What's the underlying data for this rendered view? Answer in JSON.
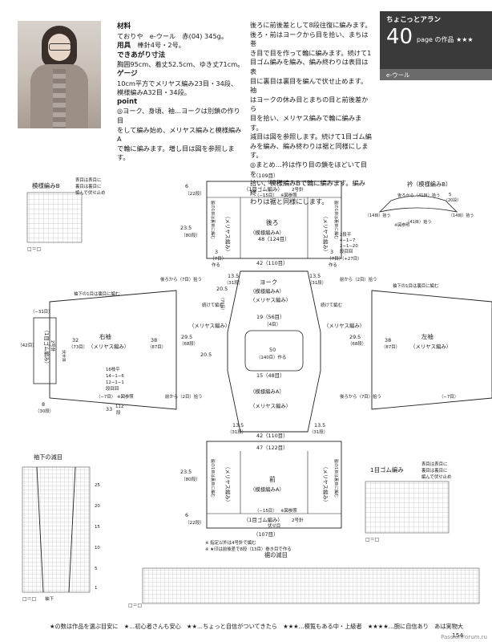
{
  "photo": {
    "alt": "model wearing pullover"
  },
  "spec": {
    "materials_h": "材料",
    "materials": "ておりや　e-ウール　赤(04) 345g。",
    "tools_h": "用具",
    "tools": "棒針4号・2号。",
    "size_h": "できあがり寸法",
    "size": "胸囲95cm、着丈52.5cm、ゆき丈71cm。",
    "gauge_h": "ゲージ",
    "gauge1": "10cm平方でメリヤス編み23目・34段、",
    "gauge2": "模様編みA32目・34段。",
    "point_h": "point",
    "point1": "◎ヨーク、身頃、袖…ヨークは別鎖の作り目",
    "point2": "をして編み始め、メリヤス編みと模様編みA",
    "point3": "で輪に編みます。増し目は図を参照します。"
  },
  "body_text": [
    "後ろに前後差として8段往復に編みます。",
    "後ろ・前はヨークから目を拾い、まちは巻",
    "き目で目を作って輪に編みます。続けて1",
    "目ゴム編みを編み、編み終わりは表目は表",
    "目に裏目は裏目を編んで伏せ止めます。袖",
    "はヨークの休み目とまちの目と前後差から",
    "目を拾い、メリヤス編みで輪に編みます。",
    "減目は図を参照します。続けて1目ゴム編",
    "みを編み、編み終わりは裾と同様にします。",
    "◎まとめ…衿は作り目の鎖をほどいて目を",
    "拾い、模様編みBで輪に編みます。編み終",
    "わりは裾と同様にします。"
  ],
  "header": {
    "series": "ちょこっとアラン",
    "number": "40",
    "work": "page の作品 ★★★",
    "yarn": "e-ウール"
  },
  "diagram": {
    "chart_b_title": "模様編みB",
    "chart_b_note1": "表目は表目に",
    "chart_b_note2": "裏目は裏目に",
    "chart_b_note3": "編んで伏せ止め",
    "legend_box": "□＝□",
    "back_title": "後ろ",
    "back_pattern": "（模様編みA）",
    "front_title": "前",
    "front_pattern": "（模様編みA）",
    "stockinette": "（メリヤス編み）",
    "rib": "（1目ゴム編み）",
    "rib_needle": "2号針",
    "back_width": "（109目）",
    "back_bind": "伏せ目",
    "back_cast": "（−15目）",
    "back_ref": "※図参照",
    "back_rows": "48（124目）",
    "back_height": "23.5",
    "back_height_rows": "（80段）",
    "back_rib_h": "6",
    "back_rib_rows": "（22段）",
    "side_note": "脇の1目は裏目に編む",
    "body_cm": "42（110目）",
    "gusset_cm": "3",
    "gusset_st": "（7目）",
    "gusset_note": "作る",
    "yoke_title": "ヨーク",
    "yoke_pattern": "（模様編みA）",
    "yoke_st": "（メリヤス編み）",
    "yoke_top": "19（56目）",
    "yoke_mid": "（4目）",
    "yoke_bottom": "15（48目）",
    "yoke_neck": "50",
    "yoke_neck_st": "（140目）作る",
    "yoke_h": "13.5",
    "yoke_h_rows": "（31段）",
    "yoke_cont": "続けて編む",
    "yoke_side_h": "20.5",
    "yoke_side_rows": "（70段）",
    "right_sleeve": "右袖",
    "left_sleeve": "左袖",
    "sleeve_st": "（メリヤス編み）",
    "sleeve_top": "38",
    "sleeve_top_st": "（87目）",
    "sleeve_bottom": "32",
    "sleeve_bottom_st": "（73目）",
    "sleeve_len": "29.5",
    "sleeve_len_rows": "（68段）",
    "sleeve_dec": "16枝平",
    "sleeve_dec2": "14−1−6",
    "sleeve_dec3": "12−1−1",
    "sleeve_dec4": "段目回",
    "sleeve_cuff": "（1目ゴム編み）",
    "sleeve_cuff_n": "2号針",
    "sleeve_cuff_h": "8",
    "sleeve_cuff_rows": "（30段）",
    "sleeve_cuff_st": "（42目）",
    "sleeve_cuff_st2": "（−31目）",
    "sleeve_cuff_note": "伏せ目",
    "sleeve_underarm": "袖下の1目は裏目に編む",
    "sleeve_total": "33",
    "sleeve_total_rows": "112",
    "sleeve_total_rows2": "段",
    "sleeve_pick_back": "後ろから（7目）拾う",
    "sleeve_pick_front": "前から（2目）拾う",
    "sleeve_minus7": "（−7目）",
    "sleeve_ref": "※図参照",
    "collar_title": "衿（模様編みB）",
    "collar_pick": "後ろから（41目）拾う",
    "collar_mid": "（41目）拾う",
    "collar_h": "5",
    "collar_h_rows": "（20段）",
    "collar_side": "（14目）拾う",
    "collar_ref": "※図参照",
    "collar_side2": "（14目）拾う",
    "incr1": "2段平",
    "incr2": "4−1−7",
    "incr3": "2−1−20",
    "incr4": "段目回",
    "incr5": "（+27目）",
    "front_width": "（107目）",
    "front_bind": "伏せ目",
    "front_rows": "47（122目）",
    "front_body": "42（110目）",
    "front_h": "23.5",
    "front_h_rows": "（80段）",
    "front_rib_h": "6",
    "front_rib_rows": "（22段）",
    "front_note1": "※ 指定以外は4号針で編む",
    "front_note2": "※ ★印は前後差で8段（13目）巻き目で作る",
    "dec_title": "袖下の減目",
    "dec_label": "袖下",
    "rib_chart_title": "1目ゴム編み",
    "rib_chart_note1": "表目は表目に",
    "rib_chart_note2": "裏目は裏目に",
    "rib_chart_note3": "編んで伏せ止め",
    "hem_title": "裾の減目",
    "row_labels": [
      "25",
      "20",
      "15",
      "10",
      "5",
      "1"
    ]
  },
  "footer": {
    "text": "★の数は作品を選ぶ目安に　★…初心者さんも安心　★★…ちょっと自信がついてきたら　★★★…模覧もある中・上級者　★★★★…腕に自信あり　あは実物大",
    "page": "154",
    "watermark": "PassionForum.ru"
  }
}
